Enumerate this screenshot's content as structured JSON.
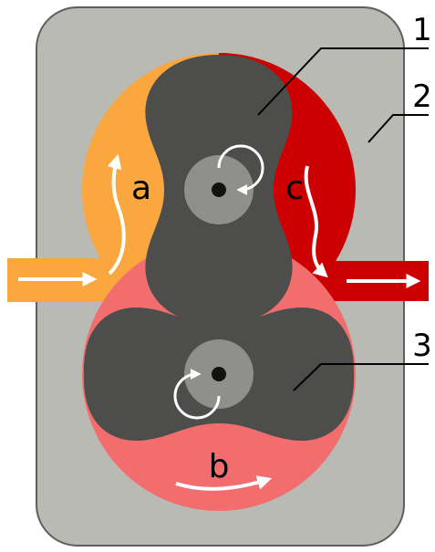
{
  "colors": {
    "housing": "#babab4",
    "outline": "#5e5e5c",
    "rotor": "#4d4d4b",
    "hub_ring": "#8f8f8b",
    "axle": "#111111",
    "chamber_a": "#f9a73e",
    "chamber_b": "#f26d6d",
    "chamber_c": "#cc0000",
    "arrow": "#ffffff",
    "leader": "#000000"
  },
  "labels": {
    "chamber_a": "a",
    "chamber_b": "b",
    "chamber_c": "c",
    "part_1": "1",
    "part_2": "2",
    "part_3": "3"
  }
}
